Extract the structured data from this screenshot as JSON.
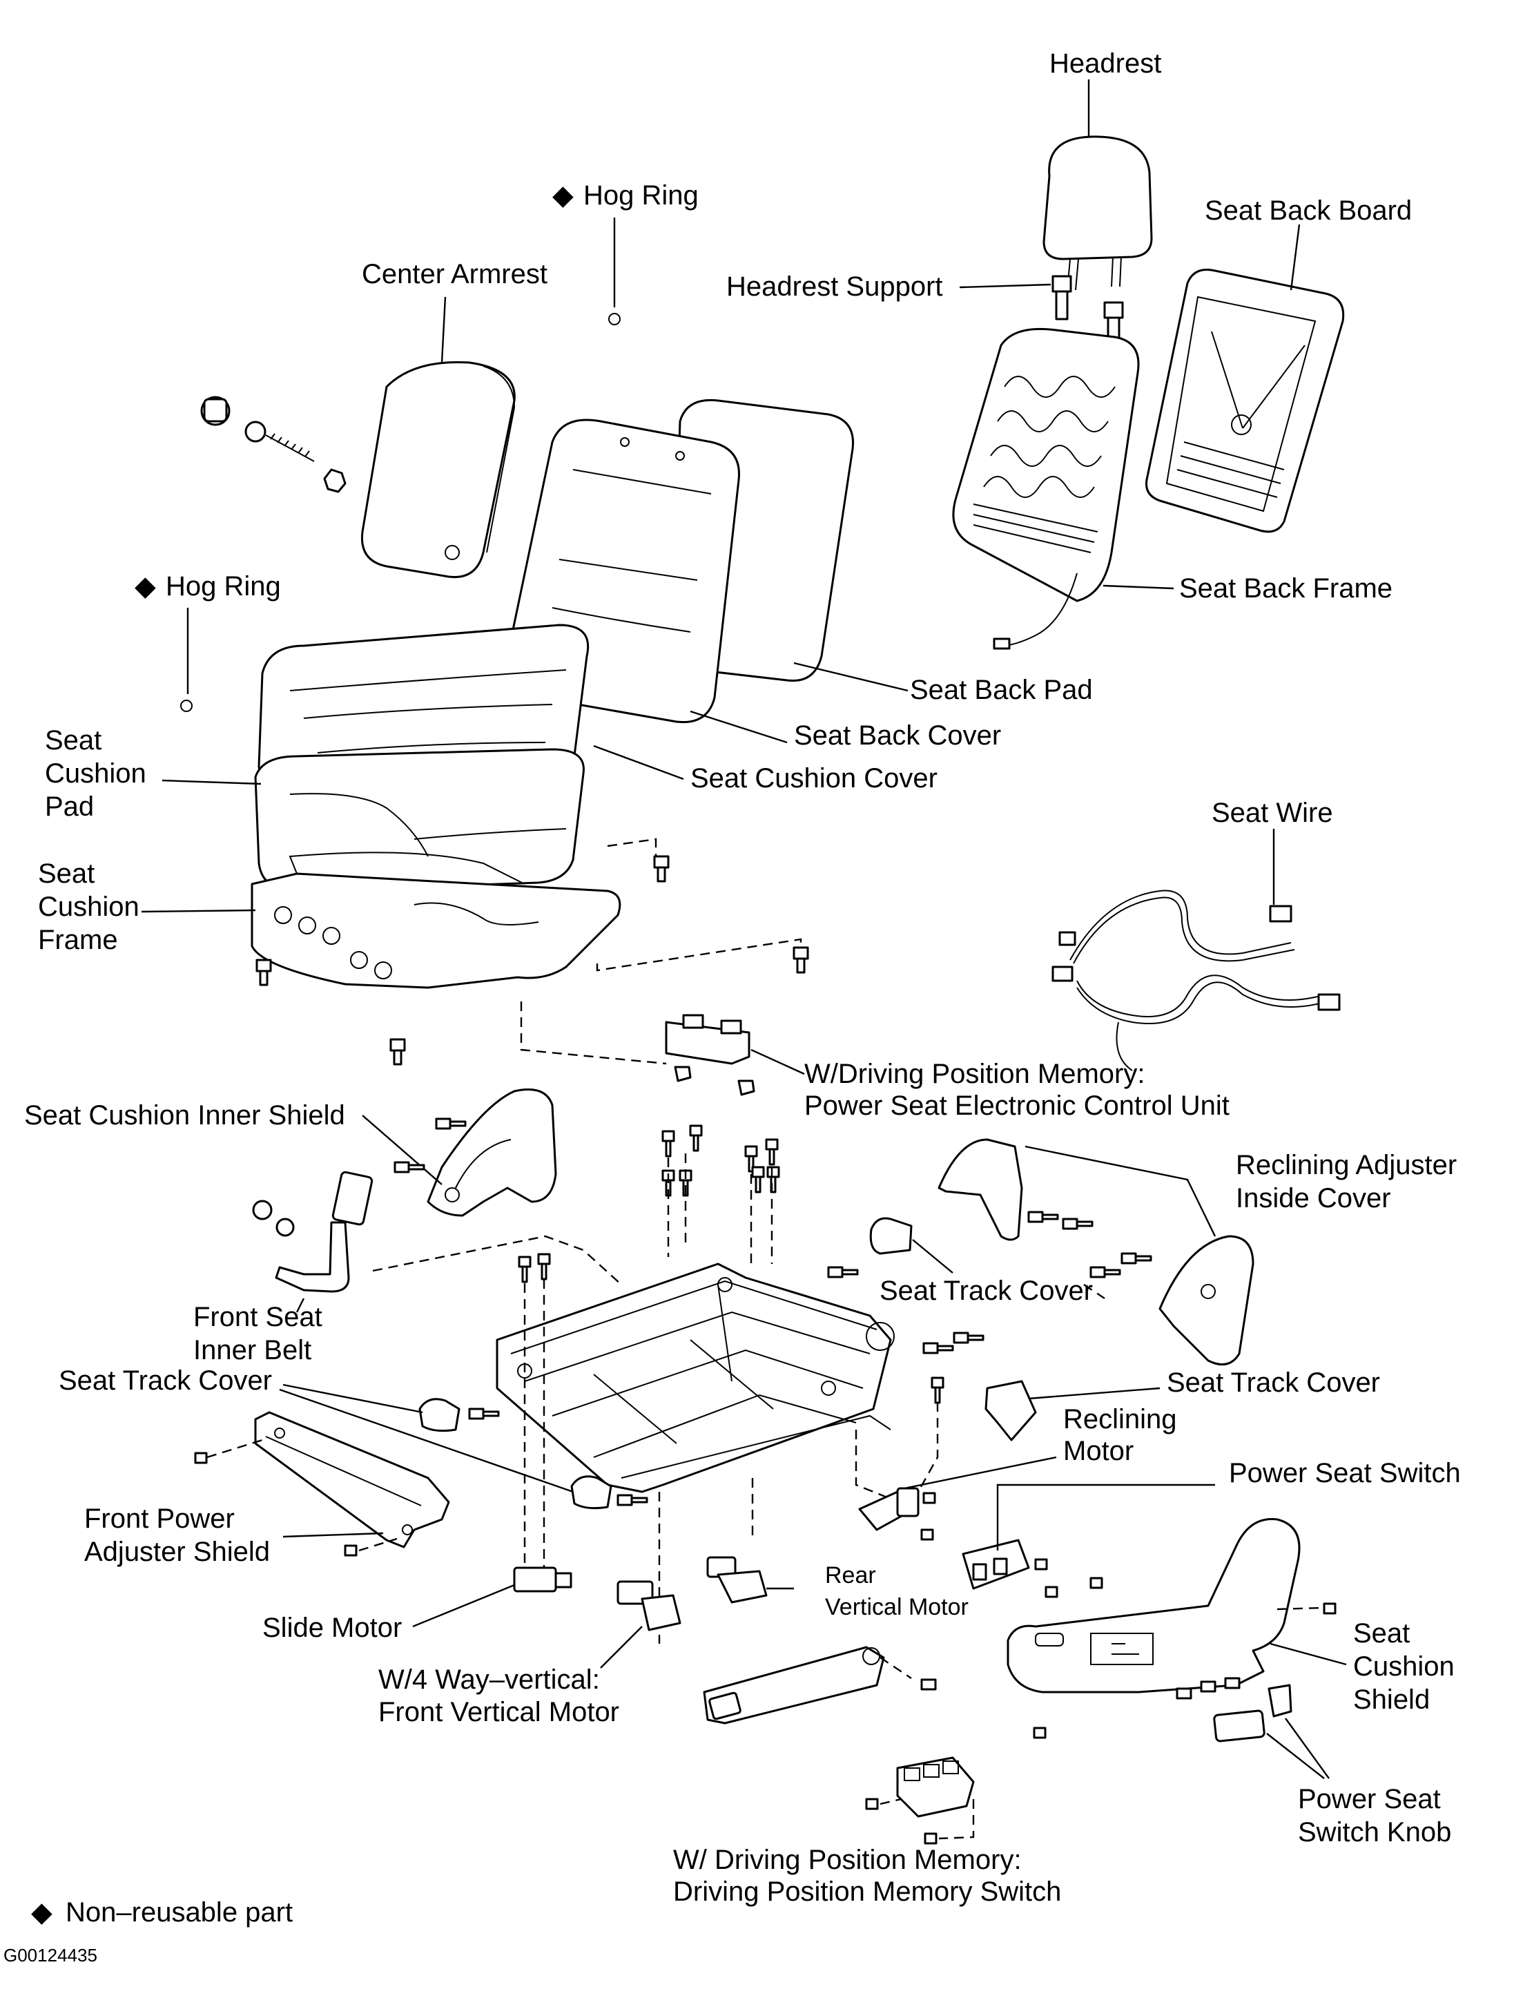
{
  "diagram": {
    "labels": {
      "headrest": "Headrest",
      "seat_back_board": "Seat Back Board",
      "hog_ring_top": "Hog Ring",
      "headrest_support": "Headrest Support",
      "center_armrest": "Center Armrest",
      "hog_ring_left": "Hog Ring",
      "seat_back_frame": "Seat Back Frame",
      "seat_back_pad": "Seat Back Pad",
      "seat_back_cover": "Seat Back Cover",
      "seat_cushion_pad": [
        "Seat",
        "Cushion",
        "Pad"
      ],
      "seat_cushion_cover": "Seat Cushion Cover",
      "seat_wire": "Seat Wire",
      "seat_cushion_frame": [
        "Seat",
        "Cushion",
        "Frame"
      ],
      "ecu": [
        "W/Driving Position Memory:",
        "Power Seat Electronic Control Unit"
      ],
      "seat_cushion_inner_shield": "Seat Cushion Inner Shield",
      "reclining_adjuster_inside_cover": [
        "Reclining Adjuster",
        "Inside Cover"
      ],
      "front_seat_inner_belt": [
        "Front Seat",
        "Inner Belt"
      ],
      "seat_track_cover_right": "Seat Track Cover",
      "seat_track_cover_left": "Seat Track Cover",
      "seat_track_cover_far_right": "Seat Track Cover",
      "reclining_motor": [
        "Reclining",
        "Motor"
      ],
      "power_seat_switch": "Power Seat Switch",
      "front_power_adjuster_shield": [
        "Front Power",
        "Adjuster Shield"
      ],
      "rear_vertical_motor": [
        "Rear",
        "Vertical Motor"
      ],
      "slide_motor": "Slide Motor",
      "front_vertical_motor": [
        "W/4 Way–vertical:",
        "Front Vertical Motor"
      ],
      "seat_cushion_shield": [
        "Seat",
        "Cushion",
        "Shield"
      ],
      "power_seat_switch_knob": [
        "Power Seat",
        "Switch Knob"
      ],
      "memory_switch": [
        "W/ Driving Position Memory:",
        "Driving Position Memory Switch"
      ]
    },
    "legend": {
      "symbol": "◆",
      "text": "Non–reusable part"
    },
    "figure_code": "G00124435"
  }
}
